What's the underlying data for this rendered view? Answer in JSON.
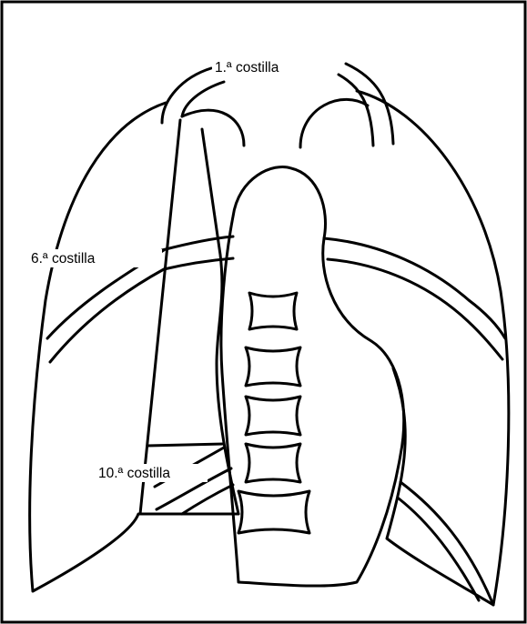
{
  "labels": {
    "rib_1": "1.ª costilla",
    "rib_6": "6.ª costilla",
    "rib_10": "10.ª costilla"
  },
  "colors": {
    "line": "#000000",
    "background": "#ffffff"
  }
}
